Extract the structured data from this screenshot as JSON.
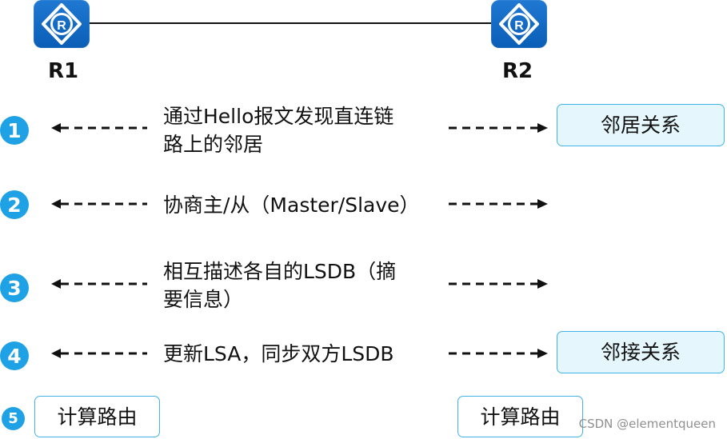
{
  "routers": {
    "r1_label": "R1",
    "r2_label": "R2",
    "icon": "router-icon",
    "icon_letter": "R"
  },
  "steps": [
    {
      "number": "1",
      "text_lines": [
        "通过Hello报文发现直连链",
        "路上的邻居"
      ],
      "result": "邻居关系"
    },
    {
      "number": "2",
      "text_lines": [
        "协商主/从（Master/Slave）"
      ]
    },
    {
      "number": "3",
      "text_lines": [
        "相互描述各自的LSDB（摘",
        "要信息）"
      ]
    },
    {
      "number": "4",
      "text_lines": [
        "更新LSA，同步双方LSDB"
      ],
      "result": "邻接关系"
    },
    {
      "number": "5",
      "left_box": "计算路由",
      "right_box": "计算路由"
    }
  ],
  "colors": {
    "router_blue": "#0a5eb6",
    "step_blue": "#1fa1e6",
    "box_border": "#41b3e6",
    "box_fill": "#e5f6fd",
    "text": "#111111",
    "watermark": "#8f8f8f"
  },
  "watermark": "CSDN @elementqueen"
}
